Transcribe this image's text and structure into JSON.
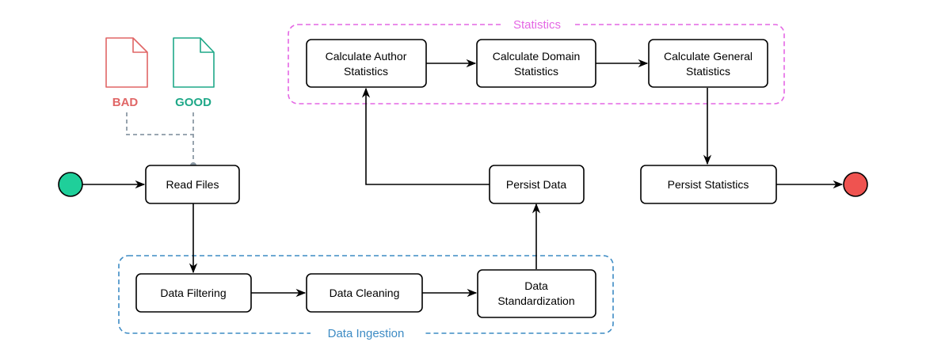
{
  "diagram": {
    "groups": {
      "statistics": {
        "label": "Statistics",
        "color": "#e467e4"
      },
      "ingestion": {
        "label": "Data Ingestion",
        "color": "#3d8bc4"
      }
    },
    "files": {
      "bad": {
        "label": "BAD",
        "color": "#e06666"
      },
      "good": {
        "label": "GOOD",
        "color": "#1fa888"
      }
    },
    "nodes": {
      "read_files": {
        "line1": "Read Files"
      },
      "data_filtering": {
        "line1": "Data Filtering"
      },
      "data_cleaning": {
        "line1": "Data Cleaning"
      },
      "data_standardization": {
        "line1": "Data",
        "line2": "Standardization"
      },
      "persist_data": {
        "line1": "Persist Data"
      },
      "calc_author": {
        "line1": "Calculate Author",
        "line2": "Statistics"
      },
      "calc_domain": {
        "line1": "Calculate Domain",
        "line2": "Statistics"
      },
      "calc_general": {
        "line1": "Calculate General",
        "line2": "Statistics"
      },
      "persist_statistics": {
        "line1": "Persist Statistics"
      }
    },
    "colors": {
      "start": "#1fcf9a",
      "end": "#ef5350",
      "connector": "#8c9aa6"
    }
  }
}
